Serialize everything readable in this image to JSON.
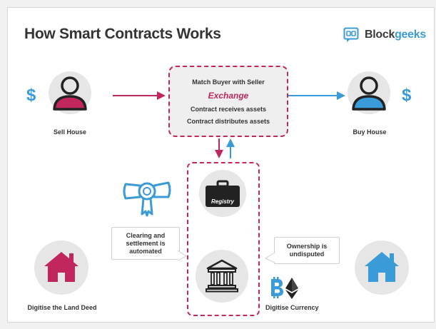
{
  "title": "How Smart Contracts Works",
  "brand": {
    "name_part1": "Block",
    "name_part2": "geeks",
    "logo_icon": "blockgeeks-logo-icon"
  },
  "seller": {
    "label": "Sell House",
    "currency_symbol": "$"
  },
  "buyer": {
    "label": "Buy House",
    "currency_symbol": "$"
  },
  "match_box": {
    "line1": "Match Buyer with Seller",
    "exchange": "Exchange",
    "line3": "Contract receives assets",
    "line4": "Contract distributes assets"
  },
  "registry": {
    "label": "Registry"
  },
  "clearing_bubble": {
    "line1": "Clearing and",
    "line2": "settlement is",
    "line3": "automated"
  },
  "ownership_bubble": {
    "line1": "Ownership is",
    "line2": "undisputed"
  },
  "land_deed": {
    "label": "Digitise the Land Deed"
  },
  "currency": {
    "label": "Digitise Currency"
  },
  "colors": {
    "accent_crimson": "#c1275e",
    "accent_blue": "#3a9bd8",
    "circle_gray": "#e6e6e6",
    "text_dark": "#333333"
  }
}
